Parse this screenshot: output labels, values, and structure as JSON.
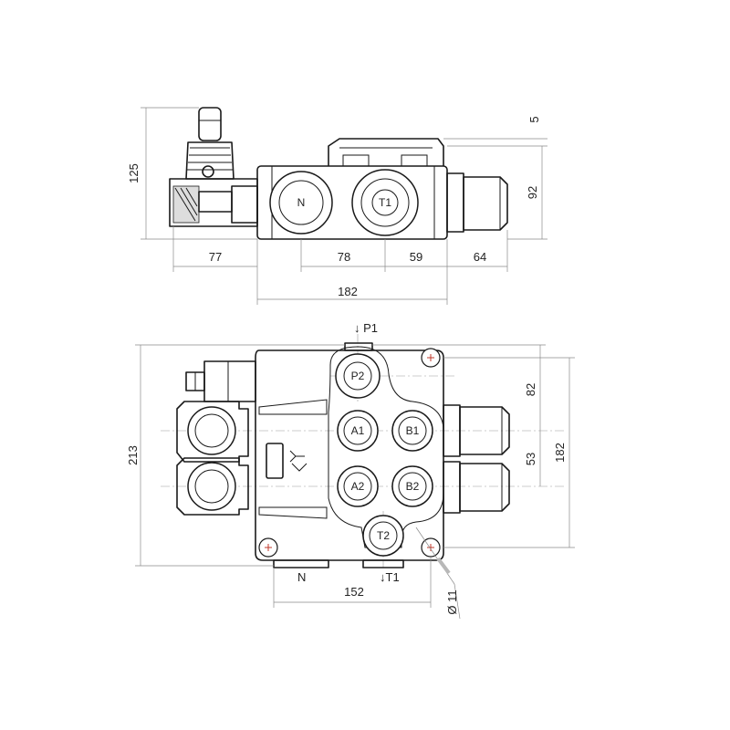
{
  "top_view": {
    "ports": {
      "n": "N",
      "t1": "T1"
    },
    "dimensions": {
      "height_total": "125",
      "offset_top": "5",
      "height_body": "92",
      "lever_width": "77",
      "n_to_t1": "78",
      "t1_to_body_end": "59",
      "cap_length": "64",
      "overall_length": "182"
    }
  },
  "front_view": {
    "ports": {
      "p2": "P2",
      "a1": "A1",
      "b1": "B1",
      "a2": "A2",
      "b2": "B2",
      "t2": "T2"
    },
    "labels": {
      "p1": "↓ P1",
      "n": "N",
      "t1": "↓T1"
    },
    "dimensions": {
      "height_total": "213",
      "height_182": "182",
      "spacing_82": "82",
      "spacing_53": "53",
      "width_152": "152",
      "hole_diameter": "Ø 11"
    }
  }
}
